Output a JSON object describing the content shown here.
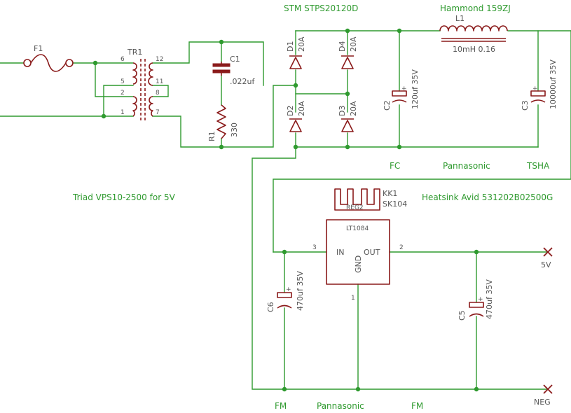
{
  "notes": {
    "diode_part": "STM STPS20120D",
    "inductor_part": "Hammond 159ZJ",
    "transformer_part": "Triad VPS10-2500 for 5V",
    "heatsink_part": "Heatsink Avid 531202B02500G",
    "c2_maker": "FC",
    "c3_brand": "Pannasonic",
    "c3_maker": "TSHA",
    "fm_left": "FM",
    "panasonic_bottom": "Pannasonic",
    "fm_right": "FM"
  },
  "components": {
    "f1": {
      "name": "F1"
    },
    "tr1": {
      "name": "TR1",
      "pins": [
        "6",
        "12",
        "5",
        "11",
        "2",
        "8",
        "1",
        "7"
      ]
    },
    "c1": {
      "name": "C1",
      "value": ".022uf"
    },
    "r1": {
      "name": "R1",
      "value": "330"
    },
    "d1": {
      "name": "D1",
      "value": "20A"
    },
    "d2": {
      "name": "D2",
      "value": "20A"
    },
    "d3": {
      "name": "D3",
      "value": "20A"
    },
    "d4": {
      "name": "D4",
      "value": "20A"
    },
    "c2": {
      "name": "C2",
      "value": "120uf 35V"
    },
    "l1": {
      "name": "L1",
      "value": "10mH 0.16"
    },
    "c3": {
      "name": "C3",
      "value": "10000uf 35V"
    },
    "kk1": {
      "name": "KK1",
      "value": "SK104",
      "inner": "REG2"
    },
    "reg": {
      "name": "LT1084",
      "in": "IN",
      "out": "OUT",
      "gnd": "GND",
      "pin_in": "3",
      "pin_out": "2",
      "pin_gnd": "1"
    },
    "c6": {
      "name": "C6",
      "value": "470uf 35V"
    },
    "c5": {
      "name": "C5",
      "value": "470uf 35V"
    }
  },
  "terminals": {
    "out": "5V",
    "neg": "NEG"
  },
  "colors": {
    "wire": "#2f9a2f",
    "component": "#8a1a1a",
    "label": "#555555"
  }
}
